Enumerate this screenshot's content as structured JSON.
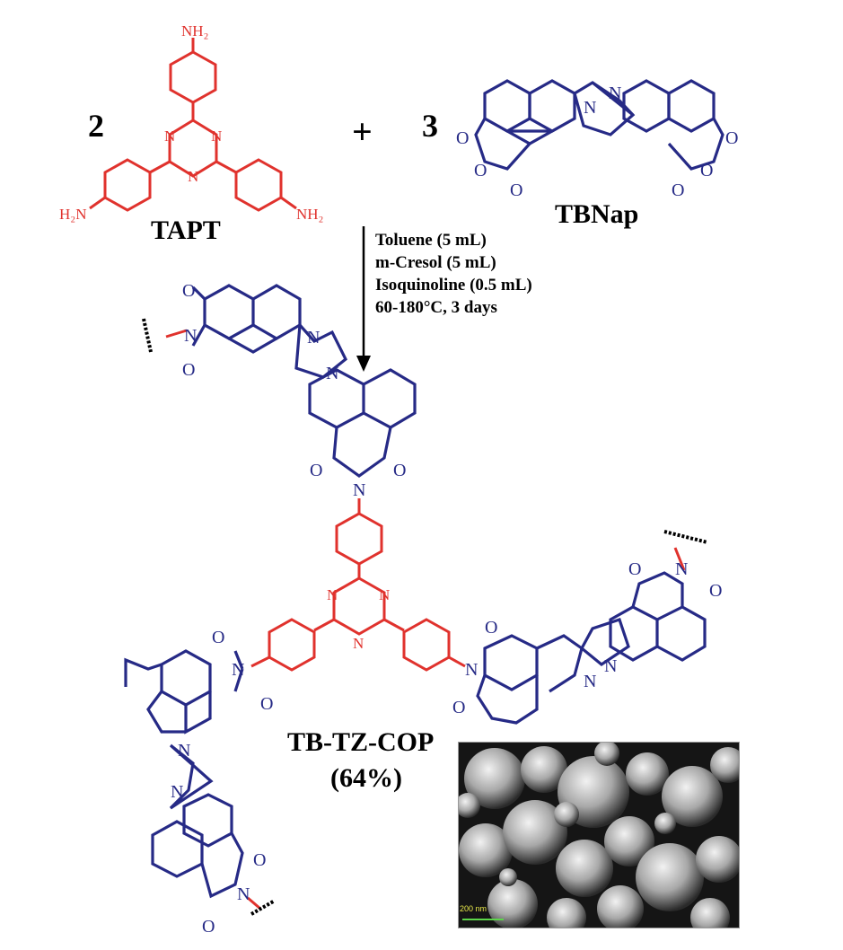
{
  "reactants": {
    "coef1": "2",
    "coef2": "3",
    "plus": "+",
    "name1": "TAPT",
    "name2": "TBNap"
  },
  "conditions": [
    "Toluene (5 mL)",
    "m-Cresol (5 mL)",
    "Isoquinoline (0.5 mL)",
    "60-180°C, 3 days"
  ],
  "product": {
    "name": "TB-TZ-COP",
    "yield": "(64%)"
  },
  "atoms": {
    "nh2": "NH₂",
    "h2n": "H₂N",
    "n": "N",
    "o": "O"
  },
  "sem": {
    "scale_label": "200 nm"
  },
  "colors": {
    "amine_monomer": "#e0322d",
    "anhydride_monomer": "#262a86",
    "text": "#000000"
  }
}
